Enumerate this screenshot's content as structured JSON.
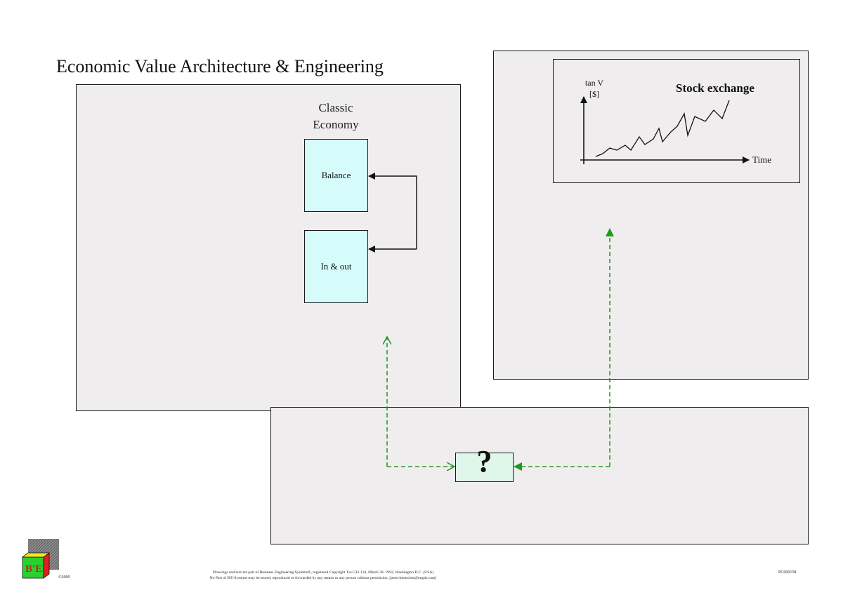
{
  "title": "Economic Value Architecture & Engineering",
  "classic": {
    "caption_line1": "Classic",
    "caption_line2": "Economy",
    "box_balance": "Balance",
    "box_inout": "In & out"
  },
  "chart": {
    "y_label_line1": "tan V",
    "y_label_line2": "[$]",
    "title": "Stock exchange",
    "x_label": "Time"
  },
  "question_box": "?",
  "logo": {
    "text": "B'E"
  },
  "footer": {
    "line1": "Drawings and text are part of Business Engineering Systems®, registered Copyright Txu 512 134, March 30. 1992, Washington D.C. (USA)",
    "line2": "No Part of B'E-Systems may be stored, reproduced or forwarded by any means or any person without permission. [peter.boetscher@engits.com]",
    "code": "PC000158",
    "copyright": "©2000"
  },
  "colors": {
    "panel_fill": "#efedee",
    "box_fill": "#d6fbfb",
    "question_fill": "#dff7ea",
    "arrow_green": "#2a9a2a"
  }
}
